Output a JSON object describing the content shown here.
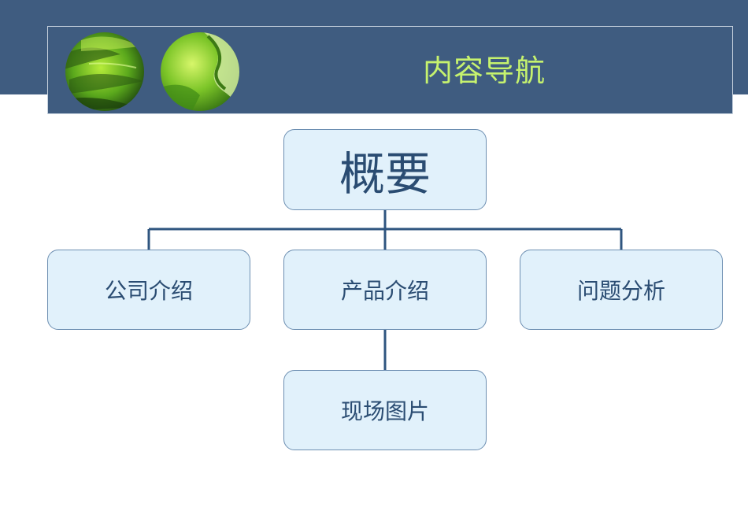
{
  "header": {
    "title": "内容导航"
  },
  "diagram": {
    "root": {
      "label": "概要"
    },
    "children": [
      {
        "label": "公司介绍"
      },
      {
        "label": "产品介绍"
      },
      {
        "label": "问题分析"
      }
    ],
    "grandchild": {
      "label": "现场图片",
      "parent": "产品介绍"
    }
  },
  "colors": {
    "banner": "#3f5c80",
    "title_text": "#c6f26e",
    "node_fill": "#e1f1fb",
    "node_border": "#6d8fb2",
    "node_text": "#2a4c72",
    "connector": "#2f557f"
  }
}
